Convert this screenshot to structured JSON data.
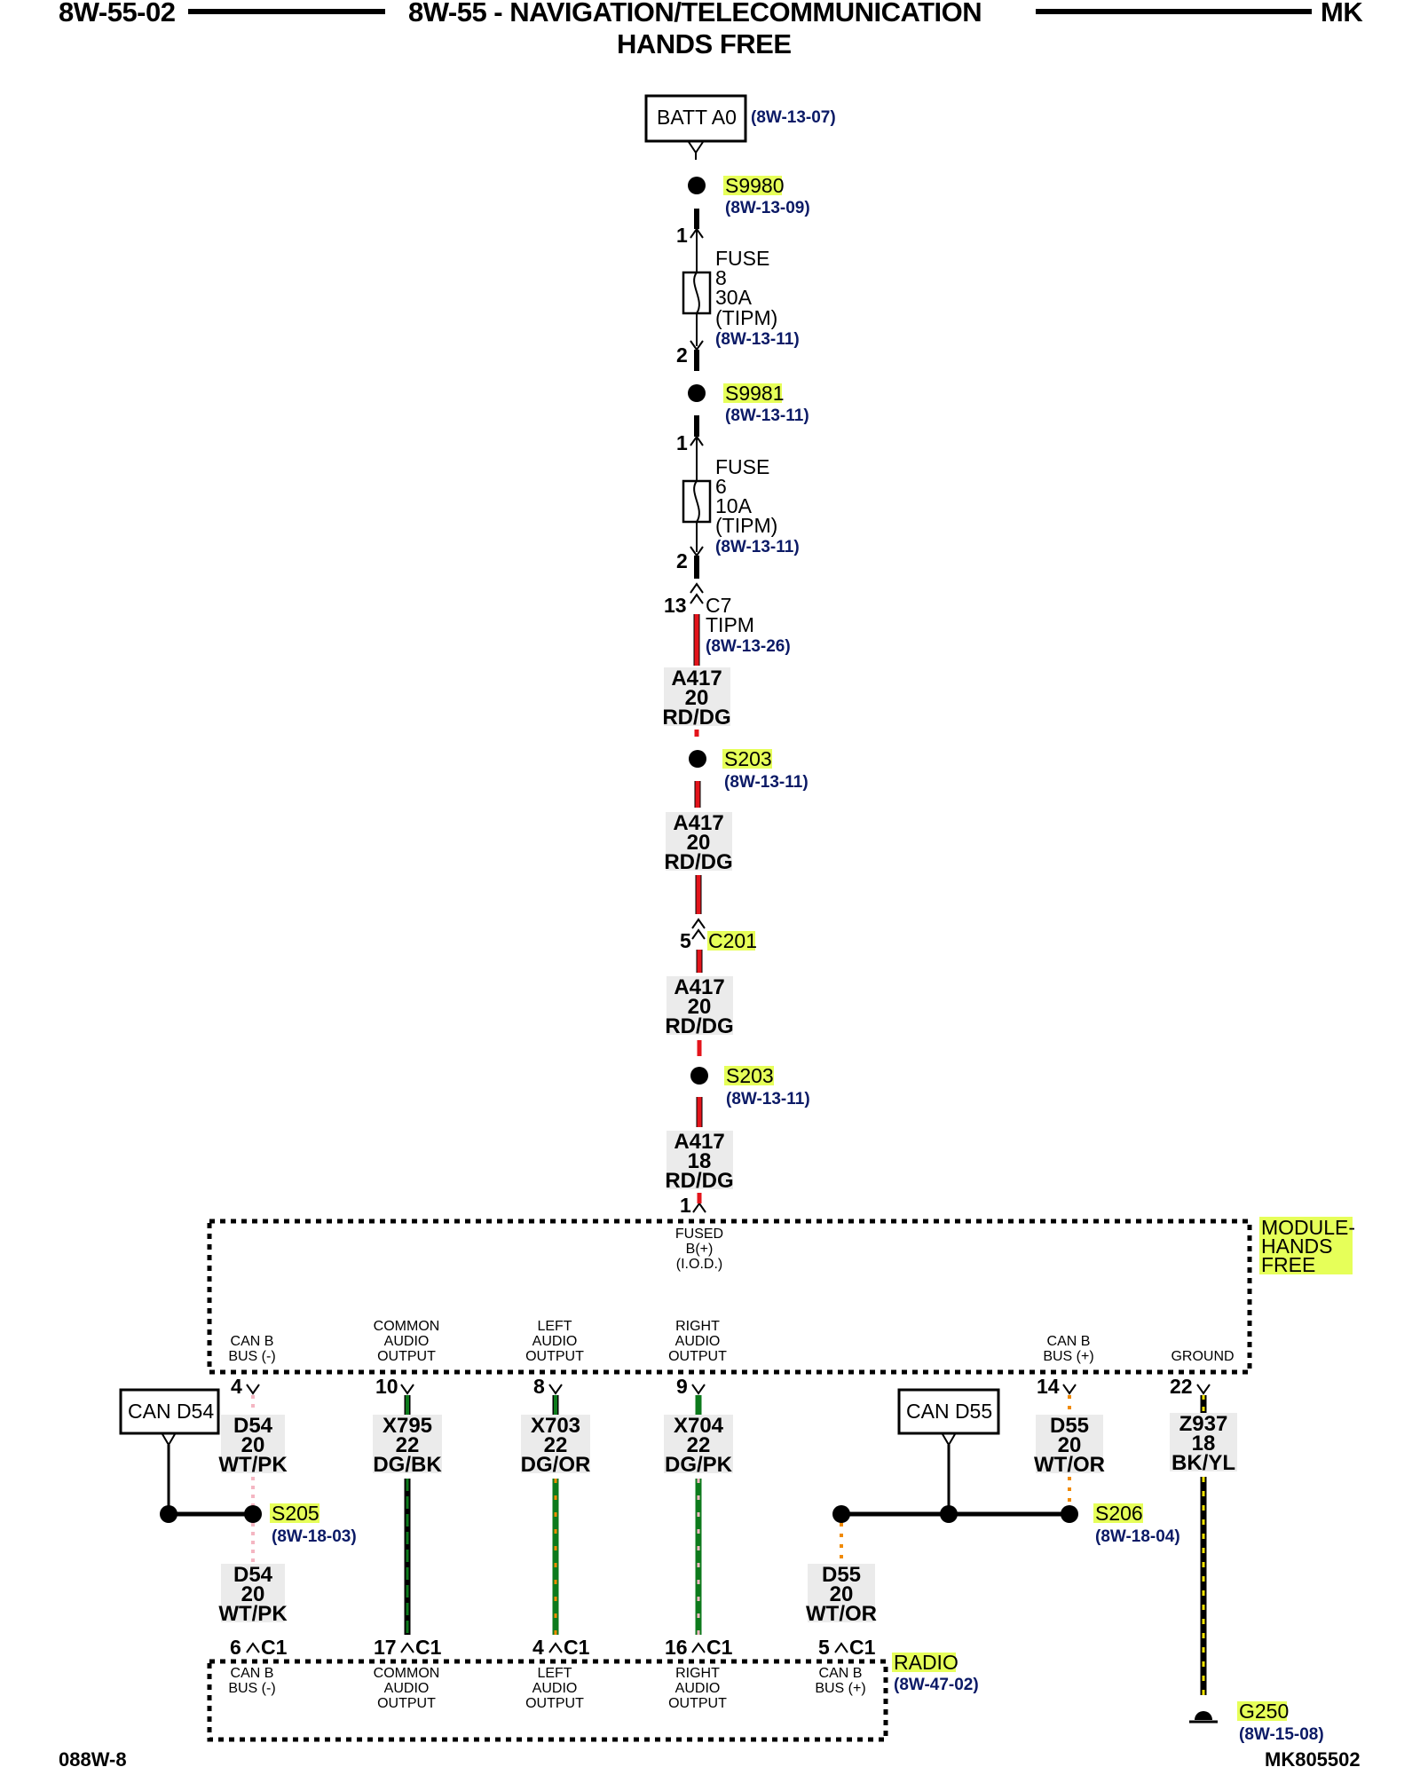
{
  "header": {
    "left": "8W-55-02",
    "title_line1": "8W-55 - NAVIGATION/TELECOMMUNICATION",
    "title_line2": "HANDS FREE",
    "right": "MK"
  },
  "footer": {
    "left": "088W-8",
    "right": "MK805502"
  },
  "colors": {
    "red_wire": "#e3141b",
    "green_wire": "#0d7a1c",
    "orange_wire": "#f08a00",
    "pink_wire": "#f4b6c2",
    "yellow_wire": "#f2e200",
    "highlight": "#e6ff59",
    "ref_text": "#0b1a66"
  },
  "batt": {
    "label": "BATT A0",
    "ref": "(8W-13-07)"
  },
  "splices": {
    "s9980": {
      "name": "S9980",
      "ref": "(8W-13-09)"
    },
    "s9981": {
      "name": "S9981",
      "ref": "(8W-13-11)"
    },
    "s203a": {
      "name": "S203",
      "ref": "(8W-13-11)"
    },
    "s203b": {
      "name": "S203",
      "ref": "(8W-13-11)"
    },
    "s205": {
      "name": "S205",
      "ref": "(8W-18-03)"
    },
    "s206": {
      "name": "S206",
      "ref": "(8W-18-04)"
    }
  },
  "fuse8": {
    "pin_in": "1",
    "pin_out": "2",
    "l1": "FUSE",
    "l2": "8",
    "l3": "30A",
    "l4": "(TIPM)",
    "ref": "(8W-13-11)"
  },
  "fuse6": {
    "pin_in": "1",
    "pin_out": "2",
    "l1": "FUSE",
    "l2": "6",
    "l3": "10A",
    "l4": "(TIPM)",
    "ref": "(8W-13-11)"
  },
  "c7": {
    "pin": "13",
    "name": "C7",
    "module": "TIPM",
    "ref": "(8W-13-26)"
  },
  "c201": {
    "pin": "5",
    "name": "C201"
  },
  "wires": {
    "a417_1": {
      "circuit": "A417",
      "gauge": "20",
      "color": "RD/DG"
    },
    "a417_2": {
      "circuit": "A417",
      "gauge": "20",
      "color": "RD/DG"
    },
    "a417_3": {
      "circuit": "A417",
      "gauge": "20",
      "color": "RD/DG"
    },
    "a417_4": {
      "circuit": "A417",
      "gauge": "18",
      "color": "RD/DG"
    },
    "d54_top": {
      "circuit": "D54",
      "gauge": "20",
      "color": "WT/PK"
    },
    "d54_bot": {
      "circuit": "D54",
      "gauge": "20",
      "color": "WT/PK"
    },
    "x795": {
      "circuit": "X795",
      "gauge": "22",
      "color": "DG/BK"
    },
    "x703": {
      "circuit": "X703",
      "gauge": "22",
      "color": "DG/OR"
    },
    "x704": {
      "circuit": "X704",
      "gauge": "22",
      "color": "DG/PK"
    },
    "d55_top": {
      "circuit": "D55",
      "gauge": "20",
      "color": "WT/OR"
    },
    "d55_bot": {
      "circuit": "D55",
      "gauge": "20",
      "color": "WT/OR"
    },
    "z937": {
      "circuit": "Z937",
      "gauge": "18",
      "color": "BK/YL"
    }
  },
  "module": {
    "name_l1": "MODULE-",
    "name_l2": "HANDS",
    "name_l3": "FREE",
    "fused_pin": "1",
    "fused_l1": "FUSED",
    "fused_l2": "B(+)",
    "fused_l3": "(I.O.D.)",
    "pins": [
      {
        "num": "4",
        "l1": "CAN B",
        "l2": "BUS (-)",
        "l3": ""
      },
      {
        "num": "10",
        "l1": "COMMON",
        "l2": "AUDIO",
        "l3": "OUTPUT"
      },
      {
        "num": "8",
        "l1": "LEFT",
        "l2": "AUDIO",
        "l3": "OUTPUT"
      },
      {
        "num": "9",
        "l1": "RIGHT",
        "l2": "AUDIO",
        "l3": "OUTPUT"
      },
      {
        "num": "14",
        "l1": "CAN B",
        "l2": "BUS (+)",
        "l3": ""
      },
      {
        "num": "22",
        "l1": "GROUND",
        "l2": "",
        "l3": ""
      }
    ]
  },
  "can_d54": {
    "label": "CAN D54"
  },
  "can_d55": {
    "label": "CAN D55"
  },
  "radio": {
    "name": "RADIO",
    "ref": "(8W-47-02)",
    "pins": [
      {
        "num": "6",
        "conn": "C1",
        "l1": "CAN B",
        "l2": "BUS (-)",
        "l3": ""
      },
      {
        "num": "17",
        "conn": "C1",
        "l1": "COMMON",
        "l2": "AUDIO",
        "l3": "OUTPUT"
      },
      {
        "num": "4",
        "conn": "C1",
        "l1": "LEFT",
        "l2": "AUDIO",
        "l3": "OUTPUT"
      },
      {
        "num": "16",
        "conn": "C1",
        "l1": "RIGHT",
        "l2": "AUDIO",
        "l3": "OUTPUT"
      },
      {
        "num": "5",
        "conn": "C1",
        "l1": "CAN B",
        "l2": "BUS (+)",
        "l3": ""
      }
    ]
  },
  "ground": {
    "name": "G250",
    "ref": "(8W-15-08)"
  }
}
